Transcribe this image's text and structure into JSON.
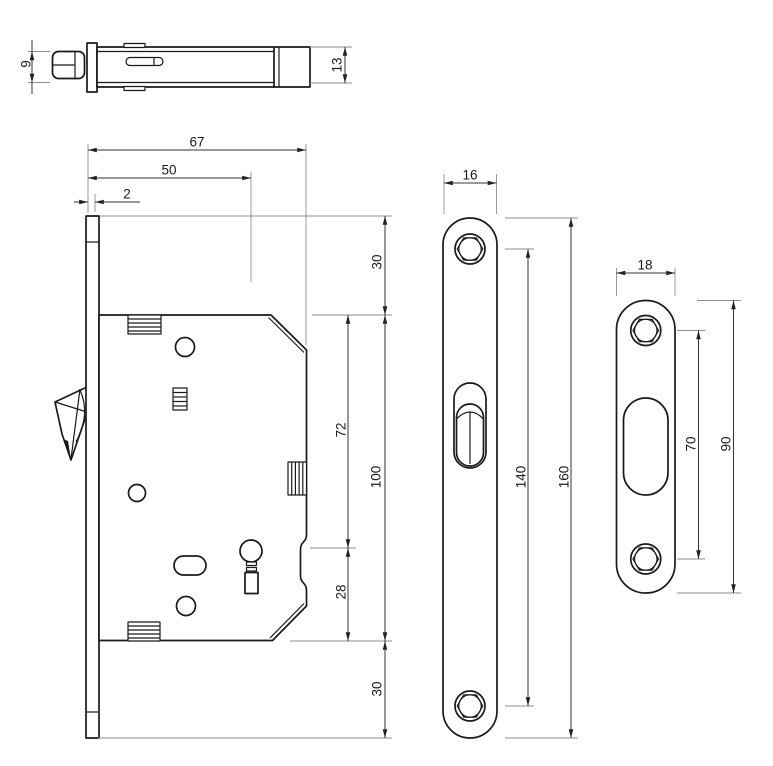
{
  "drawing": {
    "type": "technical-drawing",
    "subject": "mortise hook lock for sliding door with edge faceplate and strike plate, three orthographic views with dimensions (mm)",
    "colors": {
      "background": "#ffffff",
      "object_line": "#1a1a1a",
      "dimension_line": "#333333",
      "extension_line": "#8d8d8d"
    },
    "dims": {
      "side": {
        "bolt": "9",
        "thickness": "13"
      },
      "front": {
        "depth": "67",
        "backset": "50",
        "lip": "2",
        "top_margin": "30",
        "spindle_top": "72",
        "height": "100",
        "spindle_bottom": "28",
        "bottom_margin": "30"
      },
      "faceplate": {
        "width": "16",
        "screw_spacing": "140",
        "length": "160"
      },
      "strike": {
        "width": "18",
        "screw_spacing": "70",
        "length": "90"
      }
    }
  }
}
